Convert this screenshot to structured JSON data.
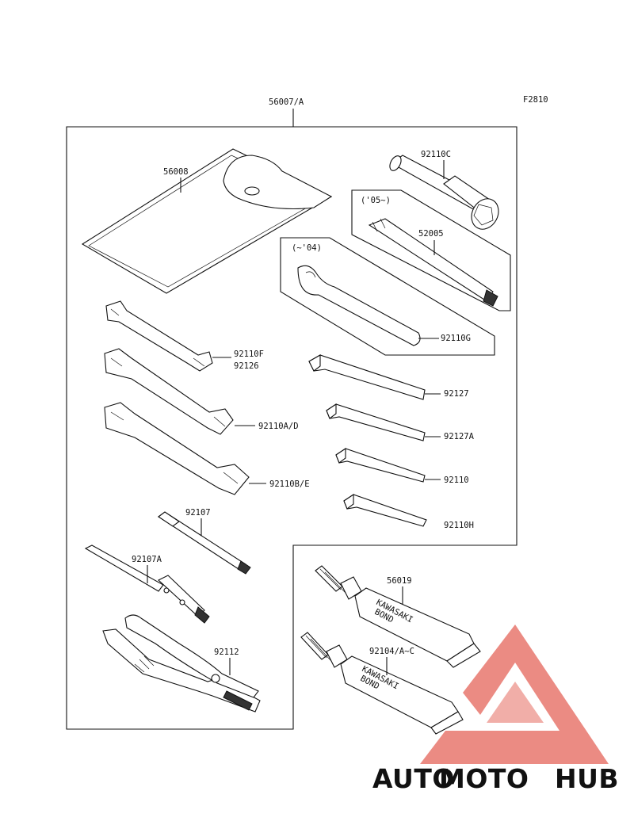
{
  "figure_code": "F2810",
  "kit_label": "56007/A",
  "parts": {
    "pouch": "56008",
    "socket_wrench": "92110C",
    "screwdriver_bit_year": "('05~)",
    "screwdriver_bit": "52005",
    "spanner_year": "(~'04)",
    "spanner": "92110G",
    "wrench_small_a": "92110F",
    "wrench_small_b": "92126",
    "wrench_medium": "92110A/D",
    "wrench_large": "92110B/E",
    "hex_key_1": "92127",
    "hex_key_2": "92127A",
    "hex_key_3": "92110",
    "hex_key_4": "92110H",
    "screwdriver": "92107",
    "screwdriver_alt": "92107A",
    "pliers": "92112",
    "bond_tube_1": "56019",
    "bond_tube_2": "92104/A~C",
    "bond_brand": "KAWASAKI",
    "bond_word": "BOND"
  },
  "watermark": {
    "part1": "AUTO",
    "part2": "MOTO",
    "part3": "HUB",
    "color_orange": "#f5b041",
    "color_red": "#e8776e",
    "color_gray": "#9b9b9b"
  }
}
